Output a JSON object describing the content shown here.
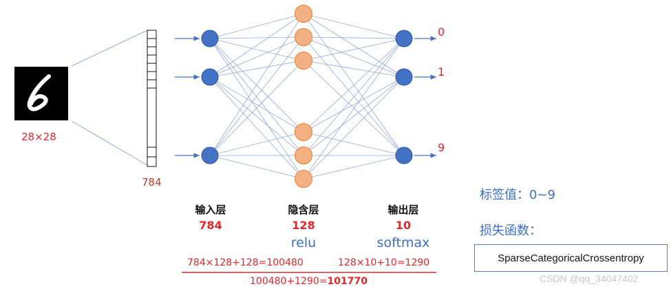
{
  "input_image": {
    "size_label": "28×28",
    "digit": "6"
  },
  "vector_label": "784",
  "outputs": [
    "0",
    "1",
    "9"
  ],
  "layers": [
    {
      "name": "输入层",
      "count": "784",
      "activation": ""
    },
    {
      "name": "隐含层",
      "count": "128",
      "activation": "relu"
    },
    {
      "name": "输出层",
      "count": "10",
      "activation": "softmax"
    }
  ],
  "calc": {
    "hidden_params": "784×128+128=100480",
    "output_params": "128×10+10=1290",
    "total_prefix": "100480+1290=",
    "total_value": "101770"
  },
  "label_info": "标签值：0~9",
  "loss_title": "损失函数：",
  "loss_name": "SparseCategoricalCrossentropy",
  "watermark": "CSDN @qq_34047402",
  "colors": {
    "input_node": "#4472c4",
    "hidden_node": "#f4b183",
    "hidden_node_stroke": "#ed7d31",
    "edge": "#8faadc",
    "accent_red": "#e0262a",
    "accent_blue": "#3d6fc6"
  }
}
